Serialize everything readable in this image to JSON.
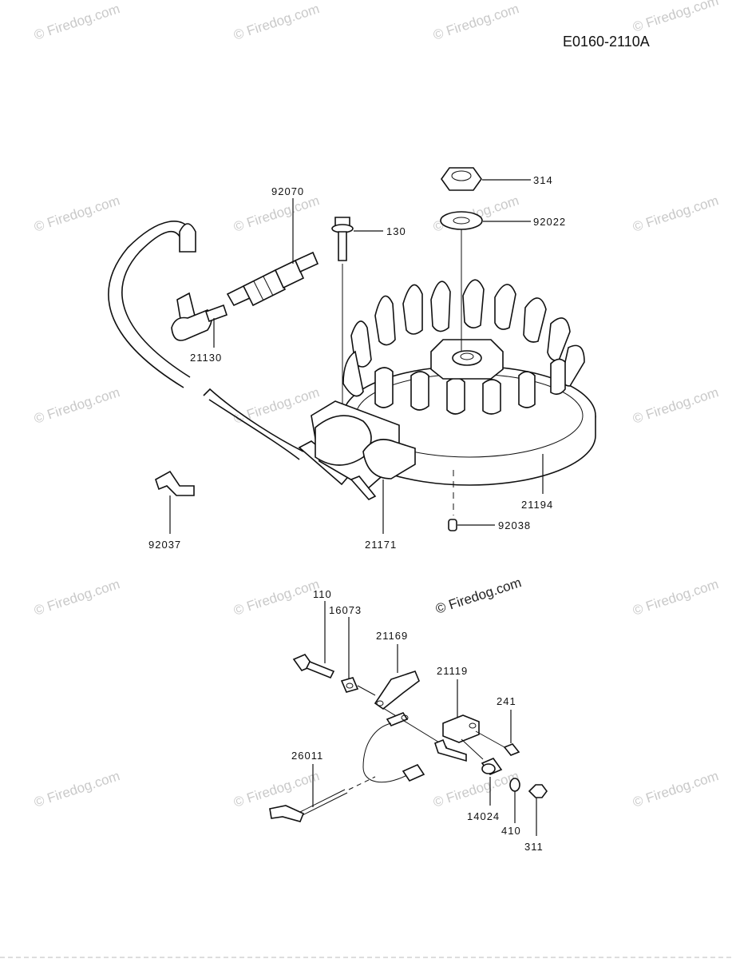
{
  "diagram": {
    "code": "E0160-2110A",
    "main_watermark": "© Firedog.com",
    "watermark": "© Firedog.com",
    "parts": [
      {
        "id": "p314",
        "label": "314"
      },
      {
        "id": "p92022",
        "label": "92022"
      },
      {
        "id": "p92070",
        "label": "92070"
      },
      {
        "id": "p130",
        "label": "130"
      },
      {
        "id": "p21130",
        "label": "21130"
      },
      {
        "id": "p21194",
        "label": "21194"
      },
      {
        "id": "p92038",
        "label": "92038"
      },
      {
        "id": "p92037",
        "label": "92037"
      },
      {
        "id": "p21171",
        "label": "21171"
      },
      {
        "id": "p110",
        "label": "110"
      },
      {
        "id": "p16073",
        "label": "16073"
      },
      {
        "id": "p21169",
        "label": "21169"
      },
      {
        "id": "p21119",
        "label": "21119"
      },
      {
        "id": "p241",
        "label": "241"
      },
      {
        "id": "p26011",
        "label": "26011"
      },
      {
        "id": "p14024",
        "label": "14024"
      },
      {
        "id": "p410",
        "label": "410"
      },
      {
        "id": "p311",
        "label": "311"
      }
    ]
  }
}
